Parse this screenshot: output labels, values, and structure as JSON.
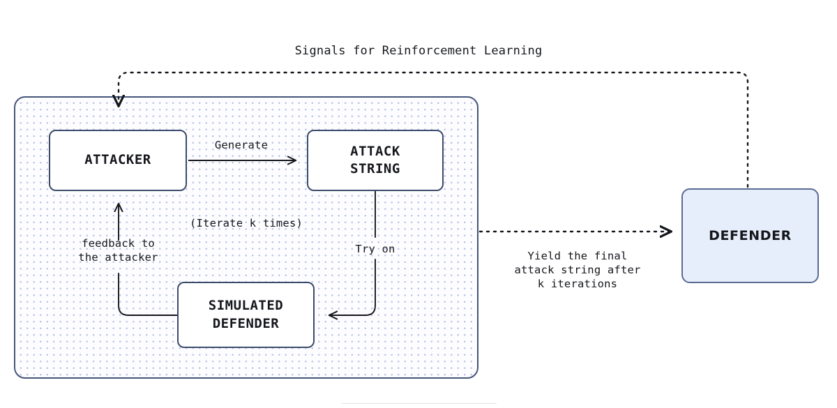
{
  "diagram": {
    "title": "Signals for Reinforcement Learning",
    "nodes": {
      "attacker": "ATTACKER",
      "attack_string": "ATTACK\nSTRING",
      "simulated_defender": "SIMULATED\nDEFENDER",
      "defender": "DEFENDER"
    },
    "edge_labels": {
      "generate": "Generate",
      "try_on": "Try on",
      "feedback": "feedback to\nthe attacker",
      "iterate": "(Iterate k times)",
      "yield": "Yield the final\nattack string after\nk iterations"
    },
    "colors": {
      "node_border": "#3b4a6b",
      "node_fill": "#ffffff",
      "defender_fill": "#e6eefb",
      "defender_border": "#5a6b92",
      "container_border": "#44557a",
      "dot_pattern": "#bcc4e6",
      "arrow": "#15171c",
      "text": "#15171c"
    }
  }
}
